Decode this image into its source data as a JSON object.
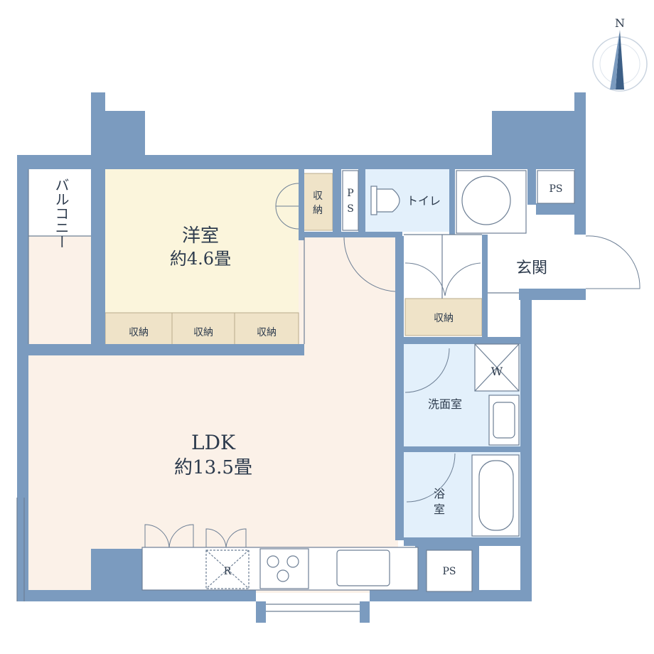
{
  "compass": {
    "north": "N"
  },
  "colors": {
    "wall": "#7b9bbf",
    "ldk_floor": "#fbf1e8",
    "western_floor": "#fbf5dc",
    "storage_floor": "#efe3c8",
    "wet_floor": "#e3f0fb",
    "balcony": "#ffffff"
  },
  "rooms": {
    "western": {
      "name": "洋室",
      "size": "約4.6畳"
    },
    "ldk": {
      "name": "LDK",
      "size": "約13.5畳"
    },
    "balcony": {
      "name": "バルコニー"
    },
    "toilet": {
      "name": "トイレ"
    },
    "entrance": {
      "name": "玄関"
    },
    "washroom": {
      "name": "洗面室"
    },
    "bath": {
      "name_line1": "浴",
      "name_line2": "室"
    },
    "closet_small": {
      "line1": "収",
      "line2": "納"
    },
    "closet_a": {
      "name": "収納"
    },
    "closet_b": {
      "name": "収納"
    },
    "closet_c": {
      "name": "収納"
    },
    "closet_entry": {
      "name": "収納"
    }
  },
  "symbols": {
    "ps_vertical": {
      "line1": "P",
      "line2": "S"
    },
    "ps_top": "PS",
    "ps_bottom": "PS",
    "washer": "W",
    "fridge": "R"
  }
}
